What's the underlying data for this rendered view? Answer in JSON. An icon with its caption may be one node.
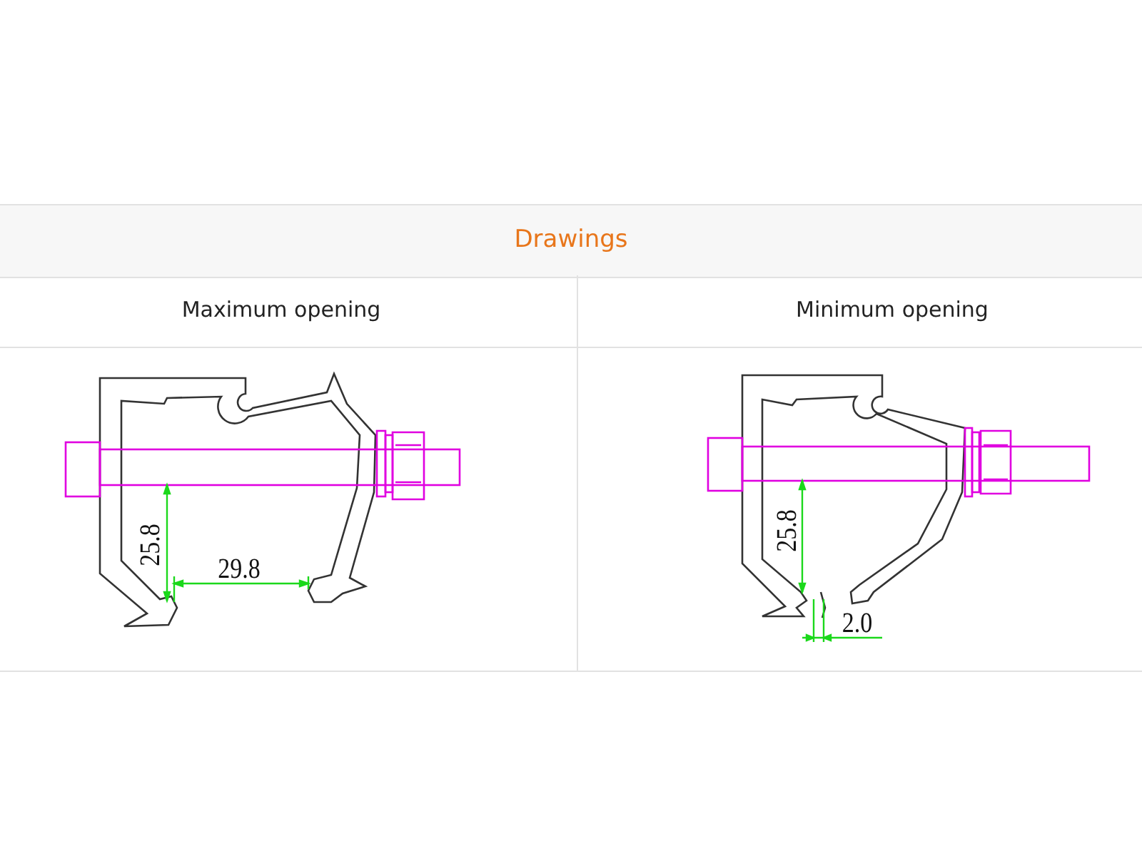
{
  "diagram": {
    "title": "Drawings",
    "labels": [
      "Maximum opening",
      "Minimum opening",
      "25.8",
      "29.8",
      "25.8",
      "2.0"
    ]
  }
}
